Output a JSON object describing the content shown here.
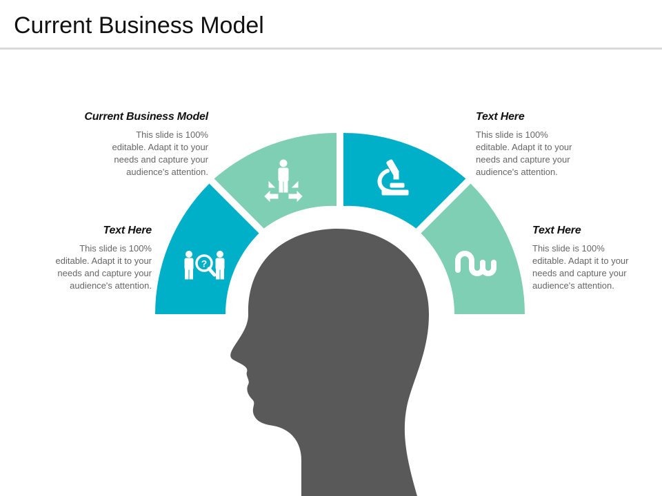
{
  "title": "Current Business Model",
  "colors": {
    "teal": "#00AFC8",
    "mint": "#7FCFB5",
    "head": "#595959",
    "icon": "#ffffff"
  },
  "segments": [
    {
      "color": "teal",
      "icon": "people-question-icon"
    },
    {
      "color": "mint",
      "icon": "person-arrows-icon"
    },
    {
      "color": "teal",
      "icon": "microscope-icon"
    },
    {
      "color": "mint",
      "icon": "stumbleupon-icon"
    }
  ],
  "callouts": [
    {
      "heading": "Text Here",
      "lines": [
        "This slide is 100%",
        "editable. Adapt it to your",
        "needs and capture your",
        "audience's attention."
      ]
    },
    {
      "heading": "Current Business Model",
      "lines": [
        "This slide is 100%",
        "editable. Adapt it to your",
        "needs and capture your",
        "audience's attention."
      ]
    },
    {
      "heading": "Text Here",
      "lines": [
        "This slide is 100%",
        "editable. Adapt it to your",
        "needs and capture your",
        "audience's attention."
      ]
    },
    {
      "heading": "Text Here",
      "lines": [
        "This slide is 100%",
        "editable. Adapt it to your",
        "needs and capture your",
        "audience's attention."
      ]
    }
  ]
}
